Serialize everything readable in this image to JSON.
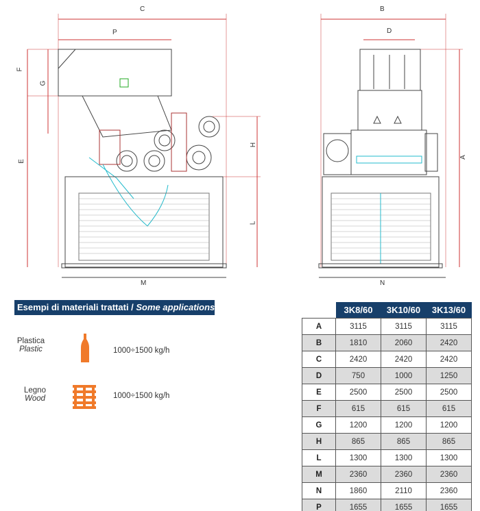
{
  "dimension_labels": {
    "C": "C",
    "P": "P",
    "F": "F",
    "G": "G",
    "E": "E",
    "H": "H",
    "L": "L",
    "M": "M",
    "B": "B",
    "D": "D",
    "A": "A",
    "N": "N"
  },
  "applications": {
    "title_it": "Esempi di materiali trattati / ",
    "title_en": "Some applications:",
    "items": [
      {
        "name_it": "Plastica",
        "name_en": "Plastic",
        "icon": "bottle-icon",
        "rate": "1000÷1500 kg/h"
      },
      {
        "name_it": "Legno",
        "name_en": "Wood",
        "icon": "wood-pallet-icon",
        "rate": "1000÷1500 kg/h"
      }
    ],
    "icon_color": "#f07a2a"
  },
  "table": {
    "columns": [
      "3K8/60",
      "3K10/60",
      "3K13/60"
    ],
    "rows": [
      {
        "label": "A",
        "values": [
          "3115",
          "3115",
          "3115"
        ]
      },
      {
        "label": "B",
        "values": [
          "1810",
          "2060",
          "2420"
        ]
      },
      {
        "label": "C",
        "values": [
          "2420",
          "2420",
          "2420"
        ]
      },
      {
        "label": "D",
        "values": [
          "750",
          "1000",
          "1250"
        ]
      },
      {
        "label": "E",
        "values": [
          "2500",
          "2500",
          "2500"
        ]
      },
      {
        "label": "F",
        "values": [
          "615",
          "615",
          "615"
        ]
      },
      {
        "label": "G",
        "values": [
          "1200",
          "1200",
          "1200"
        ]
      },
      {
        "label": "H",
        "values": [
          "865",
          "865",
          "865"
        ]
      },
      {
        "label": "L",
        "values": [
          "1300",
          "1300",
          "1300"
        ]
      },
      {
        "label": "M",
        "values": [
          "2360",
          "2360",
          "2360"
        ]
      },
      {
        "label": "N",
        "values": [
          "1860",
          "2110",
          "2360"
        ]
      },
      {
        "label": "P",
        "values": [
          "1655",
          "1655",
          "1655"
        ]
      }
    ]
  }
}
